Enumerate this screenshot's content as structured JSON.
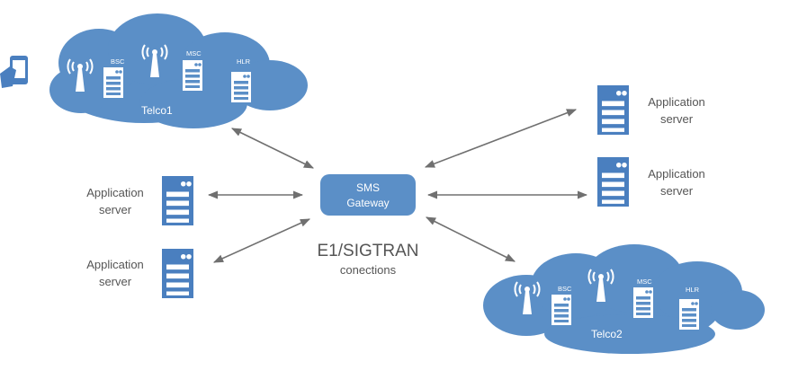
{
  "gateway": {
    "line1": "SMS",
    "line2": "Gateway"
  },
  "protocol": {
    "title": "E1/SIGTRAN",
    "subtitle": "conections"
  },
  "app_server": {
    "line1": "Application",
    "line2": "server"
  },
  "telco1": {
    "name": "Telco1",
    "bsc": "BSC",
    "msc": "MSC",
    "hlr": "HLR"
  },
  "telco2": {
    "name": "Telco2",
    "bsc": "BSC",
    "msc": "MSC",
    "hlr": "HLR"
  },
  "colors": {
    "cloud": "#5b8fc7",
    "server": "#4a7fbf",
    "arrow": "#707070",
    "text": "#555555"
  },
  "icons": [
    "mobile-phone-icon",
    "antenna-icon",
    "server-icon",
    "bidirectional-arrow"
  ]
}
